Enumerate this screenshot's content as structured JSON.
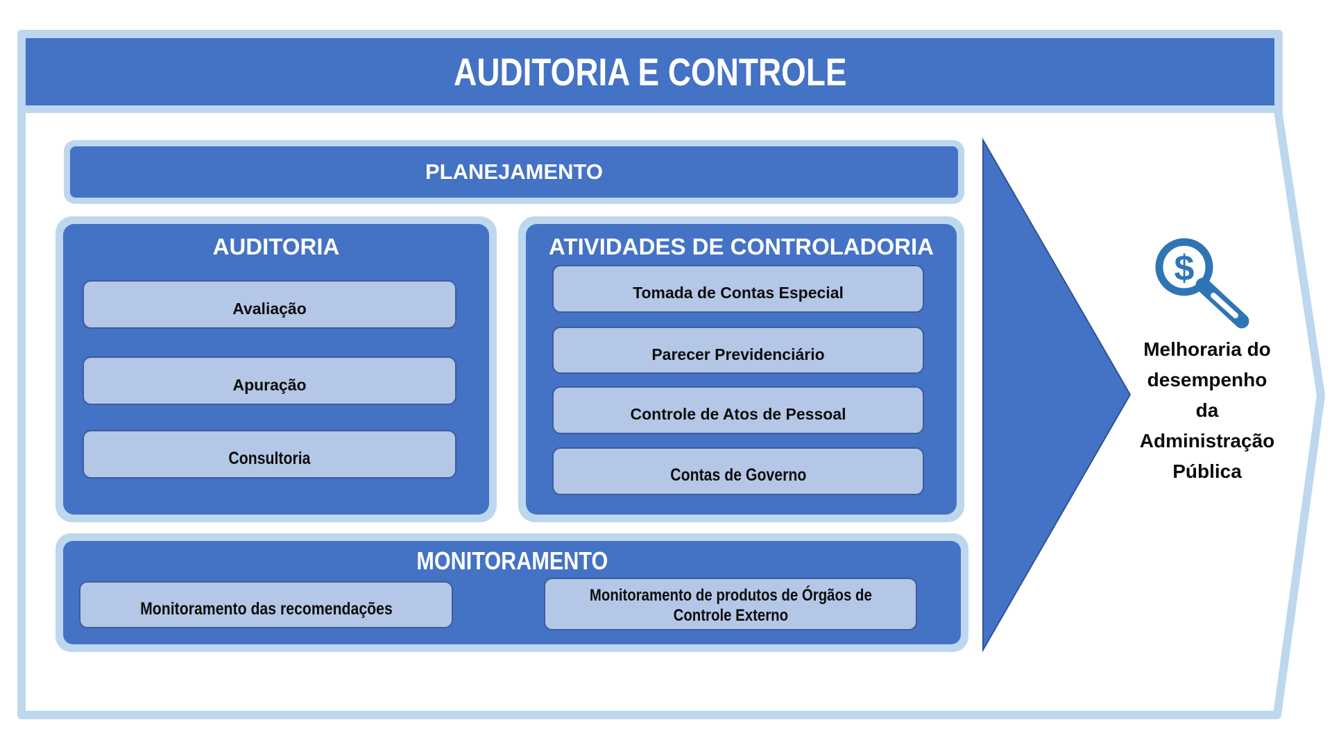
{
  "title": "AUDITORIA E CONTROLE",
  "planning": {
    "label": "PLANEJAMENTO"
  },
  "sections": {
    "auditoria": {
      "title": "AUDITORIA",
      "items": [
        "Avaliação",
        "Apuração",
        "Consultoria"
      ]
    },
    "controladoria": {
      "title": "ATIVIDADES DE CONTROLADORIA",
      "items": [
        "Tomada de Contas Especial",
        "Parecer Previdenciário",
        "Controle de Atos de Pessoal",
        "Contas de Governo"
      ]
    },
    "monitoramento": {
      "title": "MONITORAMENTO",
      "items": [
        "Monitoramento das recomendações",
        "Monitoramento de produtos de Órgãos de\nControle Externo"
      ]
    }
  },
  "outcome": {
    "icon": "magnifier-dollar-icon",
    "icon_symbol": "$",
    "text": "Melhoraria do\ndesempenho\nda\nAdministração\nPública"
  },
  "colors": {
    "panel_blue": "#4472C4",
    "frame_light_blue": "#BDD7EE",
    "item_fill": "#B4C7E7",
    "item_border": "#3E5C9A",
    "arrow_fill": "#4472C4",
    "arrow_outline": "#2E5395",
    "icon_blue": "#2E75B6",
    "header_text": "#FFFFFF",
    "item_text": "#0D0D0D"
  }
}
